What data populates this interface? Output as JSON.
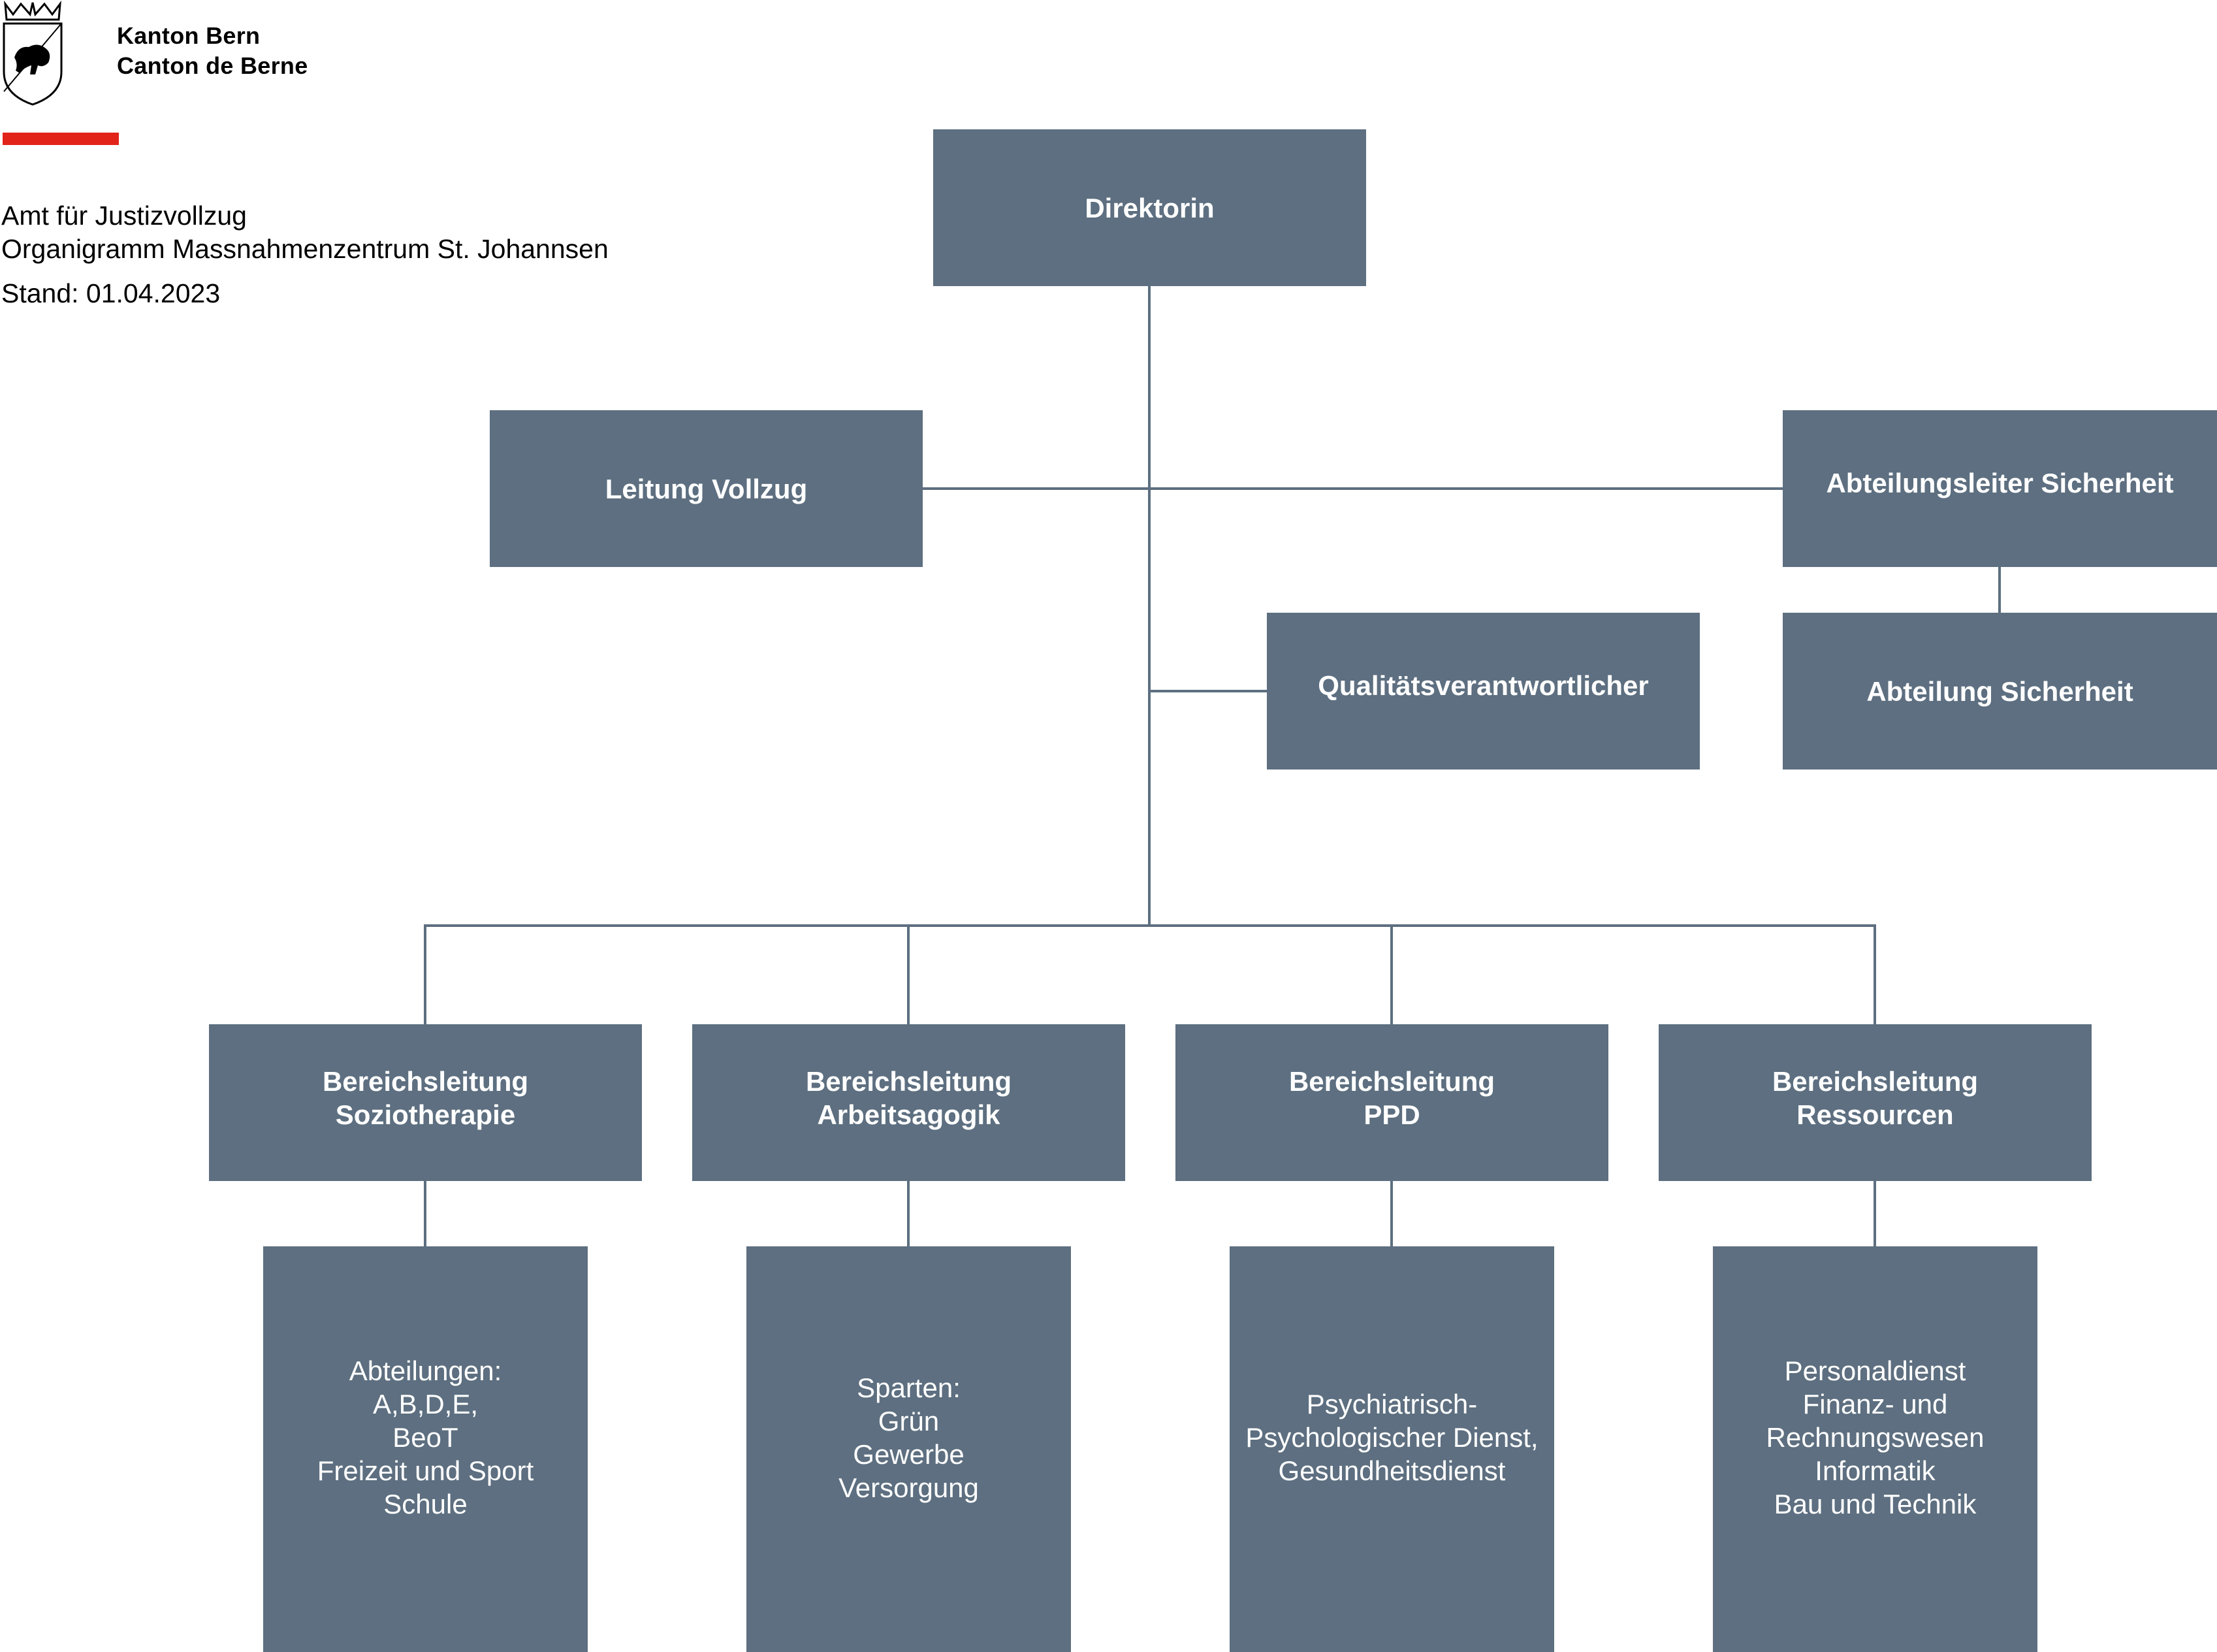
{
  "header": {
    "canton_line1": "Kanton Bern",
    "canton_line2": "Canton de Berne",
    "office": "Amt für Justizvollzug",
    "title": "Organigramm Massnahmenzentrum St. Johannsen",
    "date": "Stand: 01.04.2023"
  },
  "org": {
    "director": "Direktorin",
    "leitung_vollzug": "Leitung Vollzug",
    "abteilungsleiter_sicherheit": "Abteilungsleiter Sicherheit",
    "abteilung_sicherheit": "Abteilung Sicherheit",
    "qualitaet": "Qualitätsverantwortlicher",
    "divisions": [
      {
        "line1": "Bereichsleitung",
        "line2": "Soziotherapie",
        "units": [
          "Abteilungen:",
          "A,B,D,E,",
          "BeoT",
          "Freizeit und Sport",
          "Schule"
        ]
      },
      {
        "line1": "Bereichsleitung",
        "line2": "Arbeitsagogik",
        "units": [
          "Sparten:",
          "Grün",
          "Gewerbe",
          "Versorgung"
        ]
      },
      {
        "line1": "Bereichsleitung",
        "line2": "PPD",
        "units": [
          "Psychiatrisch-",
          "Psychologischer Dienst,",
          "Gesundheitsdienst"
        ]
      },
      {
        "line1": "Bereichsleitung",
        "line2": "Ressourcen",
        "units": [
          "Personaldienst",
          "Finanz- und",
          "Rechnungswesen",
          "Informatik",
          "Bau und Technik"
        ]
      }
    ]
  }
}
